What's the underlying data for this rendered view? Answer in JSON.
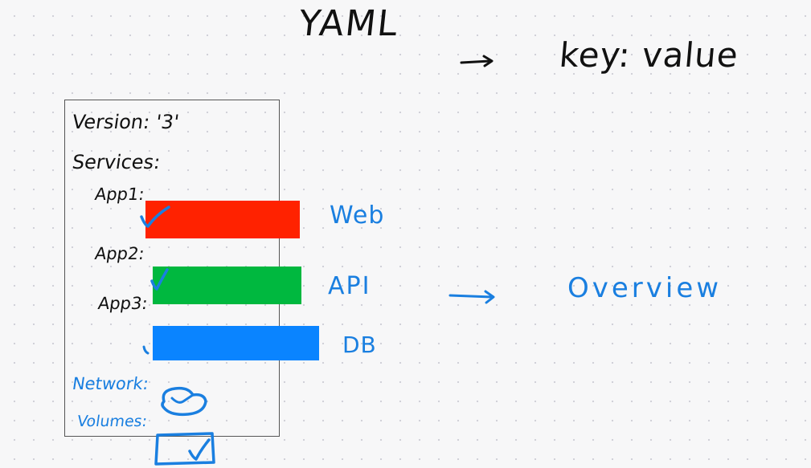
{
  "title": "YAML",
  "key_value_note": "key: value",
  "compose": {
    "version_line": "Version: '3'",
    "services_label": "Services:",
    "apps": [
      {
        "label": "App1:",
        "bar_color": "#ff2200",
        "role_label": "Web"
      },
      {
        "label": "App2:",
        "bar_color": "#00b83f",
        "role_label": "API"
      },
      {
        "label": "App3:",
        "bar_color": "#0a84ff",
        "role_label": "DB"
      }
    ],
    "network_label": "Network:",
    "volumes_label": "Volumes:"
  },
  "overview_label": "Overview",
  "colors": {
    "ink_black": "#111111",
    "ink_blue": "#1a7fe0",
    "background": "#f7f7f8"
  },
  "icons": {
    "arrow": "right-arrow-icon",
    "check": "checkmark-icon",
    "network": "cloud-icon",
    "volumes": "checked-box-icon"
  }
}
